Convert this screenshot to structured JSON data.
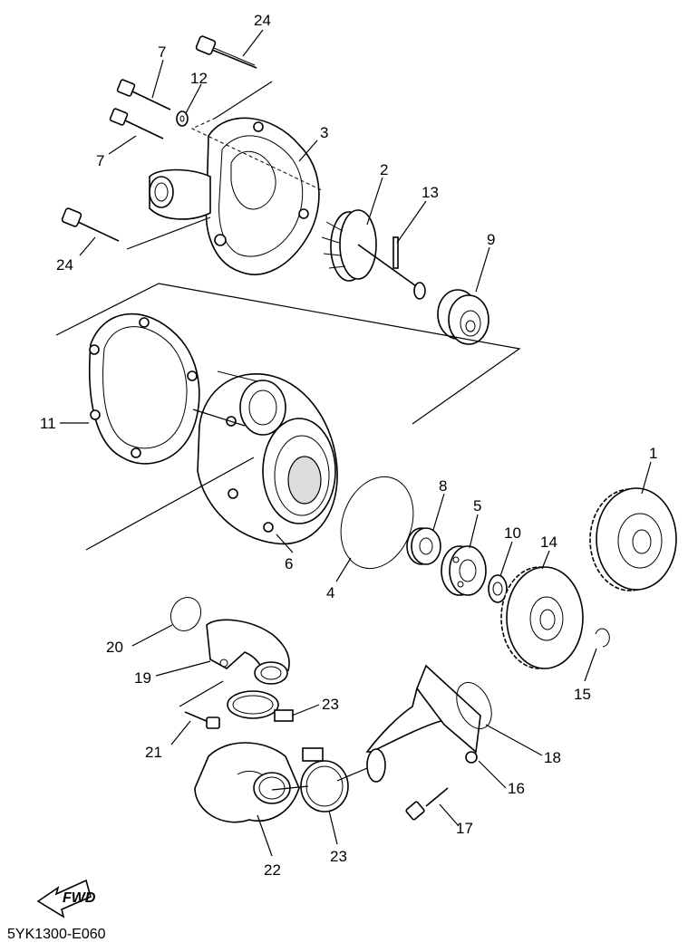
{
  "diagram": {
    "callouts": [
      {
        "id": "c24a",
        "text": "24"
      },
      {
        "id": "c7a",
        "text": "7"
      },
      {
        "id": "c12",
        "text": "12"
      },
      {
        "id": "c7b",
        "text": "7"
      },
      {
        "id": "c3",
        "text": "3"
      },
      {
        "id": "c2",
        "text": "2"
      },
      {
        "id": "c13",
        "text": "13"
      },
      {
        "id": "c9",
        "text": "9"
      },
      {
        "id": "c24b",
        "text": "24"
      },
      {
        "id": "c11",
        "text": "11"
      },
      {
        "id": "c1",
        "text": "1"
      },
      {
        "id": "c8",
        "text": "8"
      },
      {
        "id": "c5",
        "text": "5"
      },
      {
        "id": "c10",
        "text": "10"
      },
      {
        "id": "c14",
        "text": "14"
      },
      {
        "id": "c6",
        "text": "6"
      },
      {
        "id": "c4",
        "text": "4"
      },
      {
        "id": "c15",
        "text": "15"
      },
      {
        "id": "c20",
        "text": "20"
      },
      {
        "id": "c19",
        "text": "19"
      },
      {
        "id": "c23a",
        "text": "23"
      },
      {
        "id": "c18",
        "text": "18"
      },
      {
        "id": "c21",
        "text": "21"
      },
      {
        "id": "c16",
        "text": "16"
      },
      {
        "id": "c17",
        "text": "17"
      },
      {
        "id": "c22",
        "text": "22"
      },
      {
        "id": "c23b",
        "text": "23"
      }
    ],
    "fwd_label": "FWD",
    "drawing_code": "5YK1300-E060"
  }
}
